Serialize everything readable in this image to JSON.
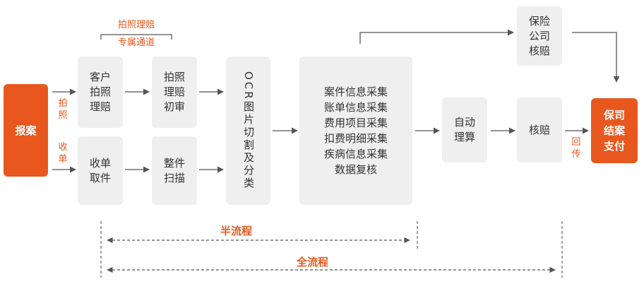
{
  "nodes": {
    "report": "报案",
    "customer_photo": "客户\n拍照\n理赔",
    "photo_review": "拍照\n理赔\n初审",
    "collect_docs": "收单\n取件",
    "scan_docs": "整件\n扫描",
    "ocr": "OCR图片切割及分类",
    "collect_lines": [
      "案件信息采集",
      "账单信息采集",
      "费用项目采集",
      "扣费明细采集",
      "疾病信息采集",
      "数据复核"
    ],
    "auto_calc": "自动\n理算",
    "verify": "核赔",
    "insurer_verify": "保险\n公司\n核赔",
    "settle_pay": "保司\n结案\n支付"
  },
  "labels": {
    "photo_claim_top": "拍照理赔",
    "dedicated_channel": "专属通道",
    "photo_vertical": "拍\n照",
    "collect_vertical": "收\n单",
    "return_vertical": "回\n传",
    "half_process": "半流程",
    "full_process": "全流程"
  },
  "colors": {
    "accent": "#e8581e",
    "box_gray": "#efefef",
    "arrow": "#555555"
  }
}
